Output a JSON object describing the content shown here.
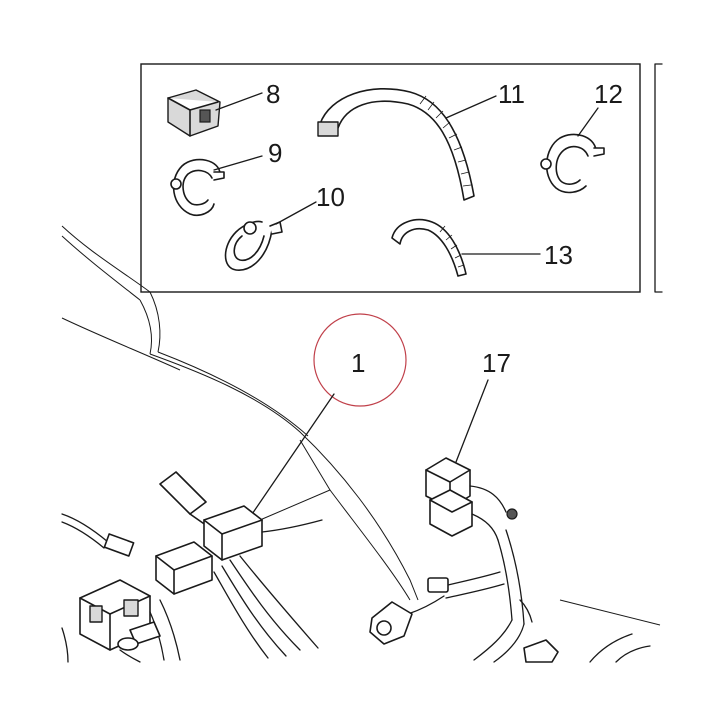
{
  "callouts": {
    "c1": "1",
    "c8": "8",
    "c9": "9",
    "c10": "10",
    "c11": "11",
    "c12": "12",
    "c13": "13",
    "c17": "17"
  },
  "colors": {
    "line": "#1a1a1a",
    "highlight_circle": "#c0404a",
    "background": "#ffffff"
  }
}
